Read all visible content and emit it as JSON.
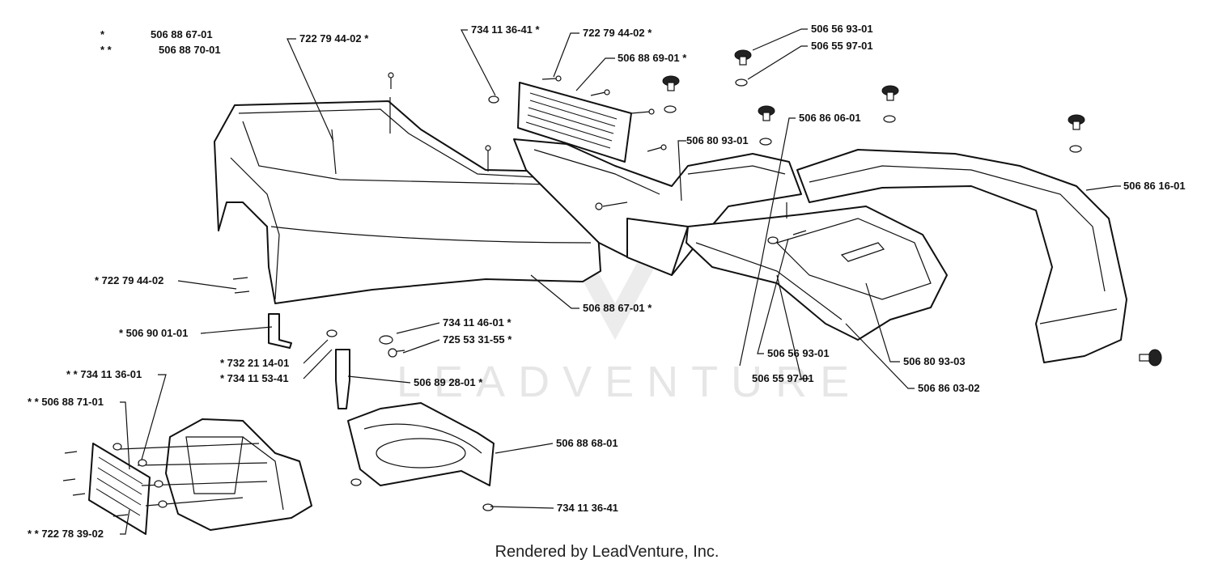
{
  "legend": [
    {
      "mark": "*",
      "code": "506 88 67-01"
    },
    {
      "mark": "* *",
      "code": "506 88 70-01"
    }
  ],
  "labels": [
    {
      "id": "l1",
      "text": "722 79 44-02 *"
    },
    {
      "id": "l2",
      "text": "734 11 36-41  *"
    },
    {
      "id": "l3",
      "text": "722 79 44-02  *"
    },
    {
      "id": "l4",
      "text": "506 88 69-01  *"
    },
    {
      "id": "l5",
      "text": "506 56 93-01"
    },
    {
      "id": "l6",
      "text": "506 55 97-01"
    },
    {
      "id": "l7",
      "text": "506 86 06-01"
    },
    {
      "id": "l8",
      "text": "506 80 93-01"
    },
    {
      "id": "l9",
      "text": "506 86 16-01"
    },
    {
      "id": "l10",
      "text": "* 722 79 44-02"
    },
    {
      "id": "l11",
      "text": "506 88 67-01  *"
    },
    {
      "id": "l12",
      "text": "* 506 90 01-01"
    },
    {
      "id": "l13",
      "text": "734 11 46-01  *"
    },
    {
      "id": "l14",
      "text": "725 53 31-55  *"
    },
    {
      "id": "l15",
      "text": "* 732 21 14-01"
    },
    {
      "id": "l16",
      "text": "* 734 11 53-41"
    },
    {
      "id": "l17",
      "text": "506 89 28-01  *"
    },
    {
      "id": "l18",
      "text": "* * 734 11 36-01"
    },
    {
      "id": "l19",
      "text": "* * 506 88 71-01"
    },
    {
      "id": "l20",
      "text": "* * 722 78 39-02"
    },
    {
      "id": "l21",
      "text": "506 88 68-01"
    },
    {
      "id": "l22",
      "text": "734 11 36-41"
    },
    {
      "id": "l23",
      "text": "506 56 93-01"
    },
    {
      "id": "l24",
      "text": "506 55 97-01"
    },
    {
      "id": "l25",
      "text": "506 80 93-03"
    },
    {
      "id": "l26",
      "text": "506 86 03-02"
    }
  ],
  "watermark": "LEADVENTURE",
  "credit": "Rendered by LeadVenture, Inc."
}
